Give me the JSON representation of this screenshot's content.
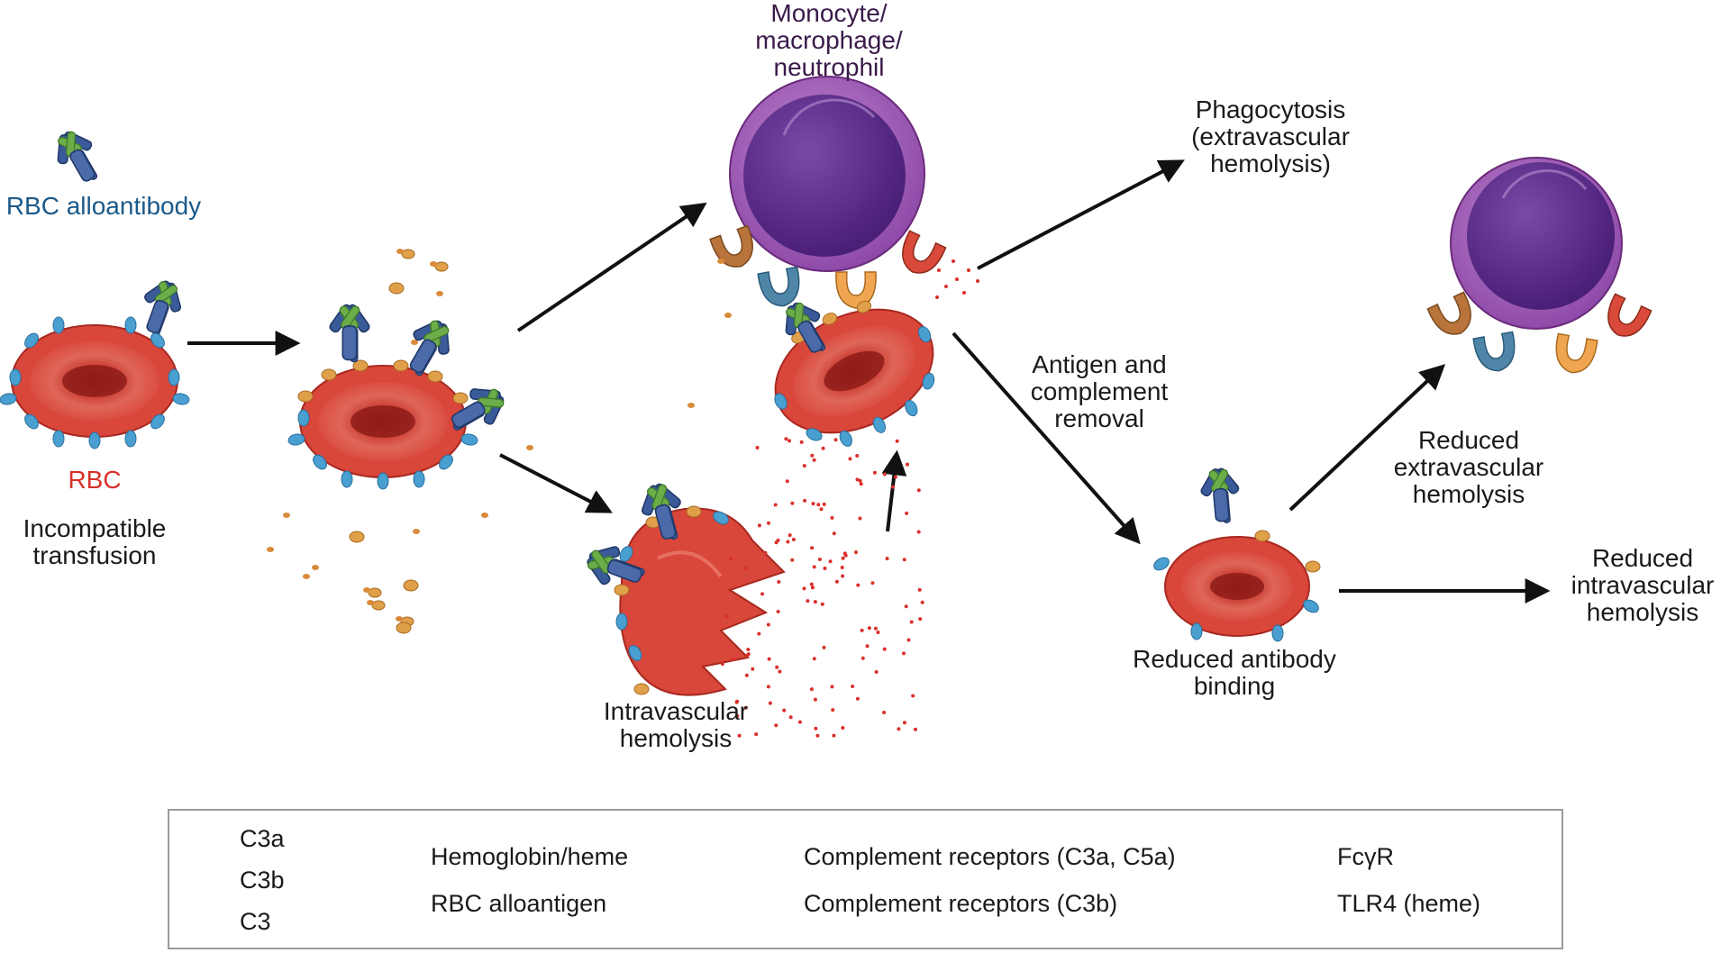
{
  "labels": {
    "antibody": "RBC alloantibody",
    "rbc": "RBC",
    "incompatible": "Incompatible\ntransfusion",
    "monocyte": "Monocyte/\nmacrophage/\nneutrophil",
    "phagocytosis": "Phagocytosis\n(extravascular\nhemolysis)",
    "antigen_removal": "Antigen and\ncomplement\nremoval",
    "intravascular": "Intravascular\nhemolysis",
    "reduced_binding": "Reduced antibody\nbinding",
    "reduced_extravascular": "Reduced\nextravascular\nhemolysis",
    "reduced_intravascular": "Reduced\nintravascular\nhemolysis"
  },
  "legend": {
    "c3a": "C3a",
    "c3b": "C3b",
    "c3": "C3",
    "hemoglobin": "Hemoglobin/heme",
    "alloantigen": "RBC alloantigen",
    "complement_c3a_c5a": "Complement receptors (C3a, C5a)",
    "complement_c3b": "Complement receptors (C3b)",
    "fcyr": "FcγR",
    "tlr4": "TLR4 (heme)"
  },
  "colors": {
    "rbc": "#d9463a",
    "rbc_dark": "#b3281f",
    "antigen": "#4a9fd1",
    "cell": "#8e4aa8",
    "nucleus": "#5a2a8a",
    "antibody_blue": "#3b5a9a",
    "antibody_green": "#6cad4a",
    "complement": "#e0a04a",
    "receptor_brown": "#b8743a",
    "receptor_orange": "#f0a650",
    "receptor_blue": "#4f86a8",
    "receptor_red": "#d94a3a",
    "hemoglobin": "#d9302a",
    "antibody_label": "#1a5a8a",
    "rbc_label": "#d9302a",
    "monocyte_label": "#3a1a4a"
  }
}
